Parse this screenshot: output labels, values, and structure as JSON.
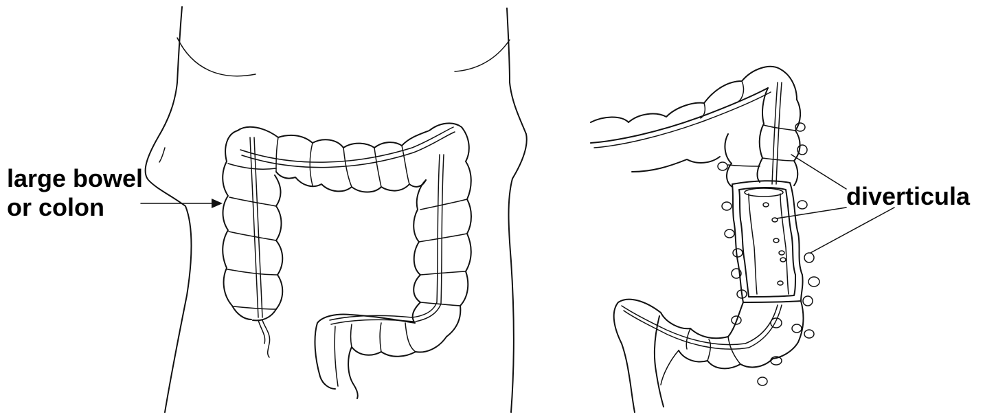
{
  "labels": {
    "large_bowel": {
      "line1": "large bowel",
      "line2": "or colon"
    },
    "diverticula": "diverticula"
  },
  "colors": {
    "ink": "#111111",
    "background": "#ffffff"
  }
}
